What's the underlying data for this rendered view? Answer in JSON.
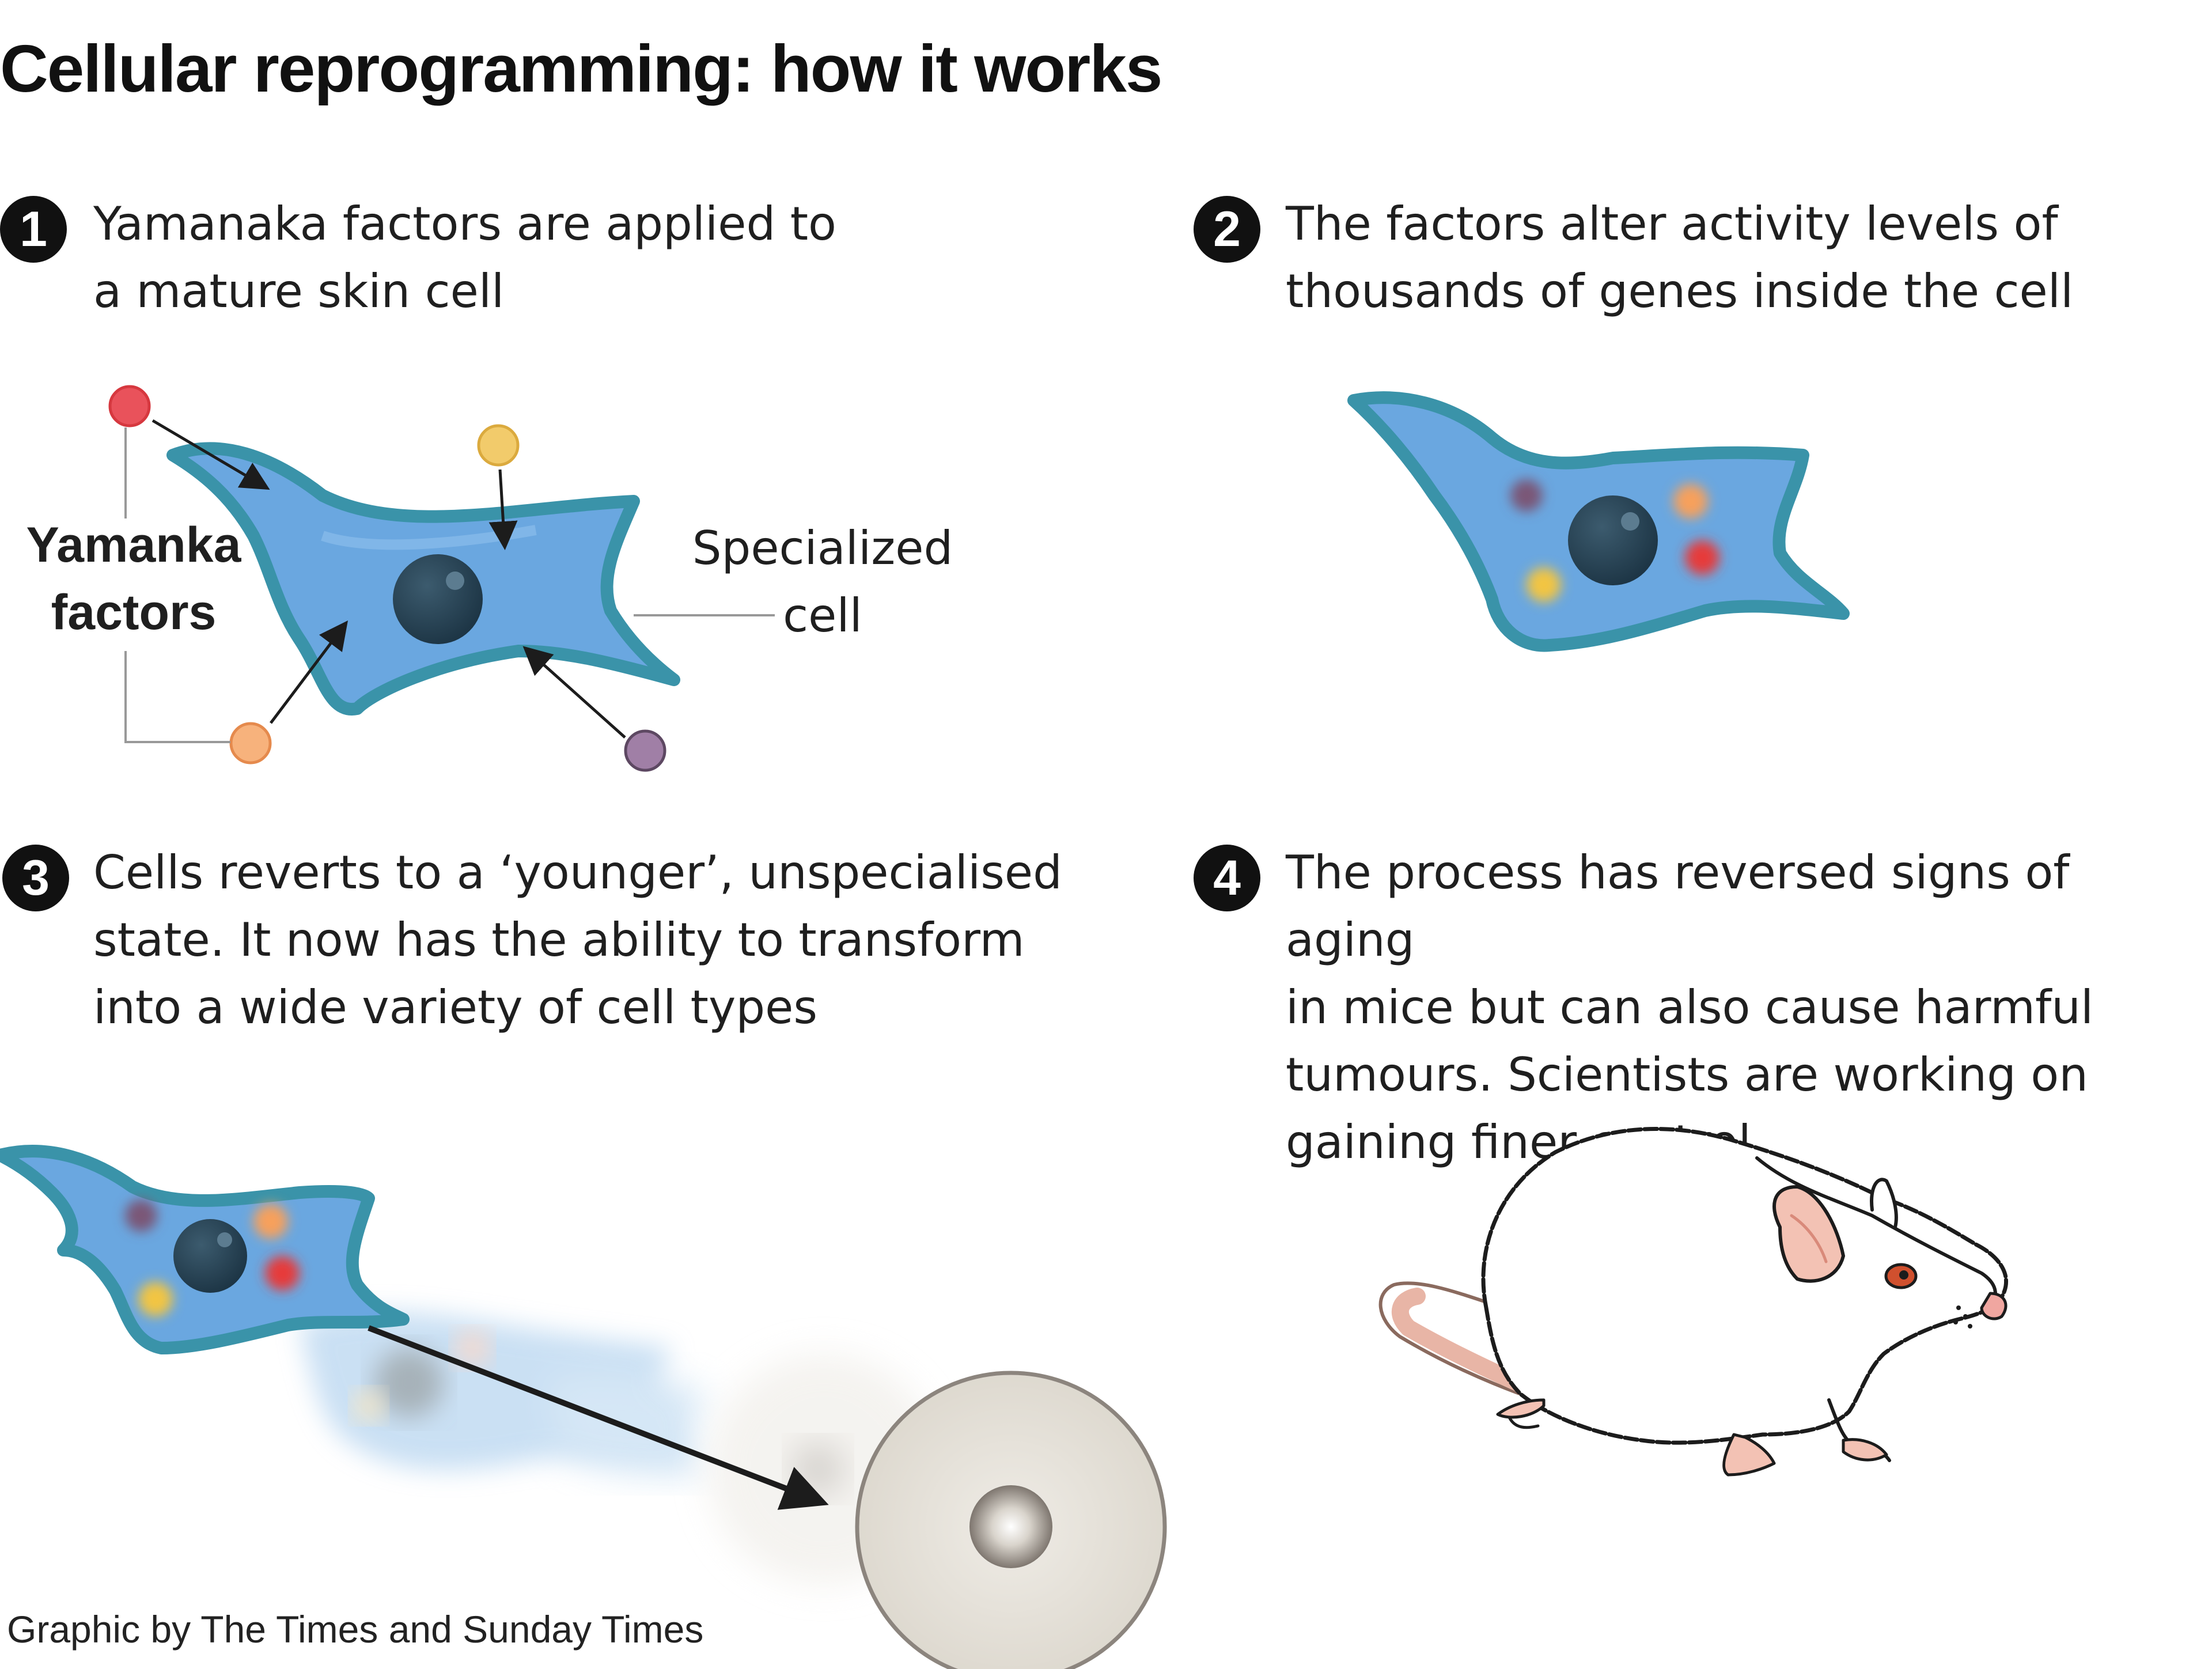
{
  "title": "Cellular reprogramming: how it works",
  "steps": [
    {
      "number": "1",
      "text": "Yamanaka factors are applied to\na mature skin cell"
    },
    {
      "number": "2",
      "text": "The factors alter activity levels of\nthousands of genes inside the cell"
    },
    {
      "number": "3",
      "text": "Cells reverts to a ‘younger’, unspecialised\nstate. It now has the ability to transform\ninto a wide variety of cell types"
    },
    {
      "number": "4",
      "text": "The process has reversed signs of aging\nin mice but can also cause harmful\ntumours. Scientists are working on\ngaining finer control."
    }
  ],
  "labels": {
    "factors": "Yamanka\nfactors",
    "specialized_cell": "Specialized\ncell"
  },
  "credit": "Graphic by The Times and Sunday Times",
  "colors": {
    "cell_fill": "#6aa7e0",
    "cell_edge": "#3a93a9",
    "nucleus": "#1f3a4a",
    "factor_red": "#e9525b",
    "factor_yellow": "#f2cb6b",
    "factor_orange": "#f7b27c",
    "factor_purple": "#a07fa6",
    "stem_cell": "#e8e4dc"
  }
}
